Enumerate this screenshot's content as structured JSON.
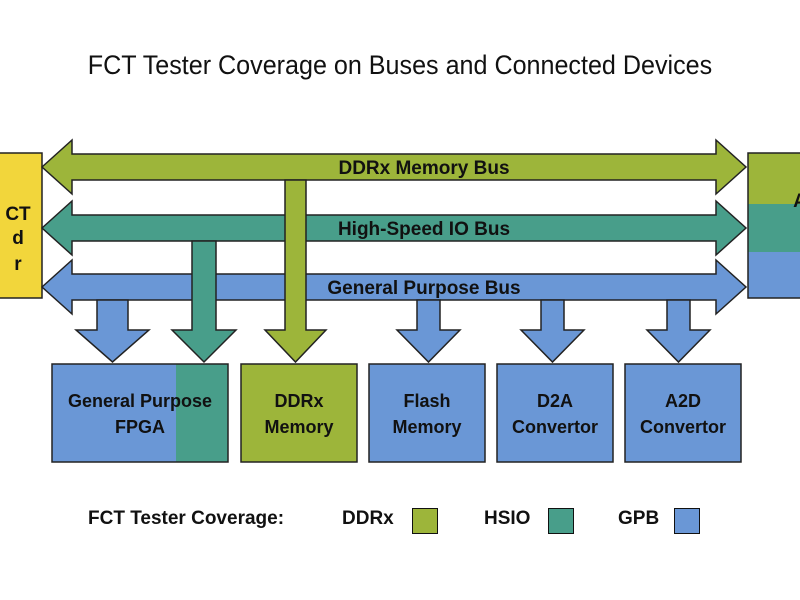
{
  "title": "FCT Tester Coverage on Buses and Connected Devices",
  "left_box": {
    "lines": [
      "CT",
      "d",
      "r"
    ]
  },
  "right_box": {
    "lines": [
      "A"
    ]
  },
  "buses": {
    "ddr": "DDRx Memory Bus",
    "hsio": "High-Speed IO Bus",
    "gpb": "General Purpose Bus"
  },
  "devices": [
    {
      "lines": [
        "General Purpose",
        "FPGA"
      ]
    },
    {
      "lines": [
        "DDRx",
        "Memory"
      ]
    },
    {
      "lines": [
        "Flash",
        "Memory"
      ]
    },
    {
      "lines": [
        "D2A",
        "Convertor"
      ]
    },
    {
      "lines": [
        "A2D",
        "Convertor"
      ]
    }
  ],
  "legend": {
    "label": "FCT Tester Coverage:",
    "items": [
      {
        "name": "DDRx",
        "color": "#9db53a"
      },
      {
        "name": "HSIO",
        "color": "#489e8a"
      },
      {
        "name": "GPB",
        "color": "#6a97d6"
      }
    ]
  },
  "colors": {
    "ddr": "#9db53a",
    "hsio": "#489e8a",
    "gpb": "#6a97d6",
    "host": "#f2d63b"
  }
}
